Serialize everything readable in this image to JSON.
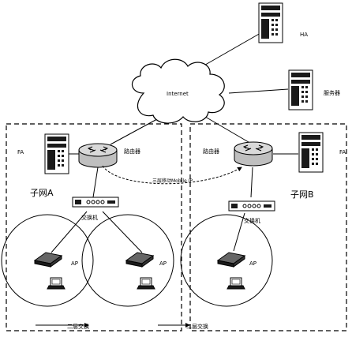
{
  "labels": {
    "ha": "HA",
    "internet": "Internet",
    "server": "服务器",
    "fa_left": "FA",
    "fa_right": "FA",
    "router_left": "路由器",
    "router_right": "路由器",
    "subnet_a": "子网A",
    "subnet_b": "子网B",
    "l3_mobile": "三层移动Mobile IP",
    "switch_left": "交换机",
    "switch_right": "交换机",
    "ap_1": "AP",
    "ap_2": "AP",
    "ap_3": "AP",
    "l2_handover_left": "二层交换",
    "l2_handover_right": "二层交换"
  },
  "colors": {
    "line": "#000000",
    "fill_light": "#ffffff",
    "fill_dark": "#1a1a1a",
    "router_fill": "#bfbfbf"
  },
  "icons": [
    "server-icon",
    "cloud-icon",
    "router-icon",
    "switch-icon",
    "access-point-icon",
    "laptop-icon"
  ]
}
